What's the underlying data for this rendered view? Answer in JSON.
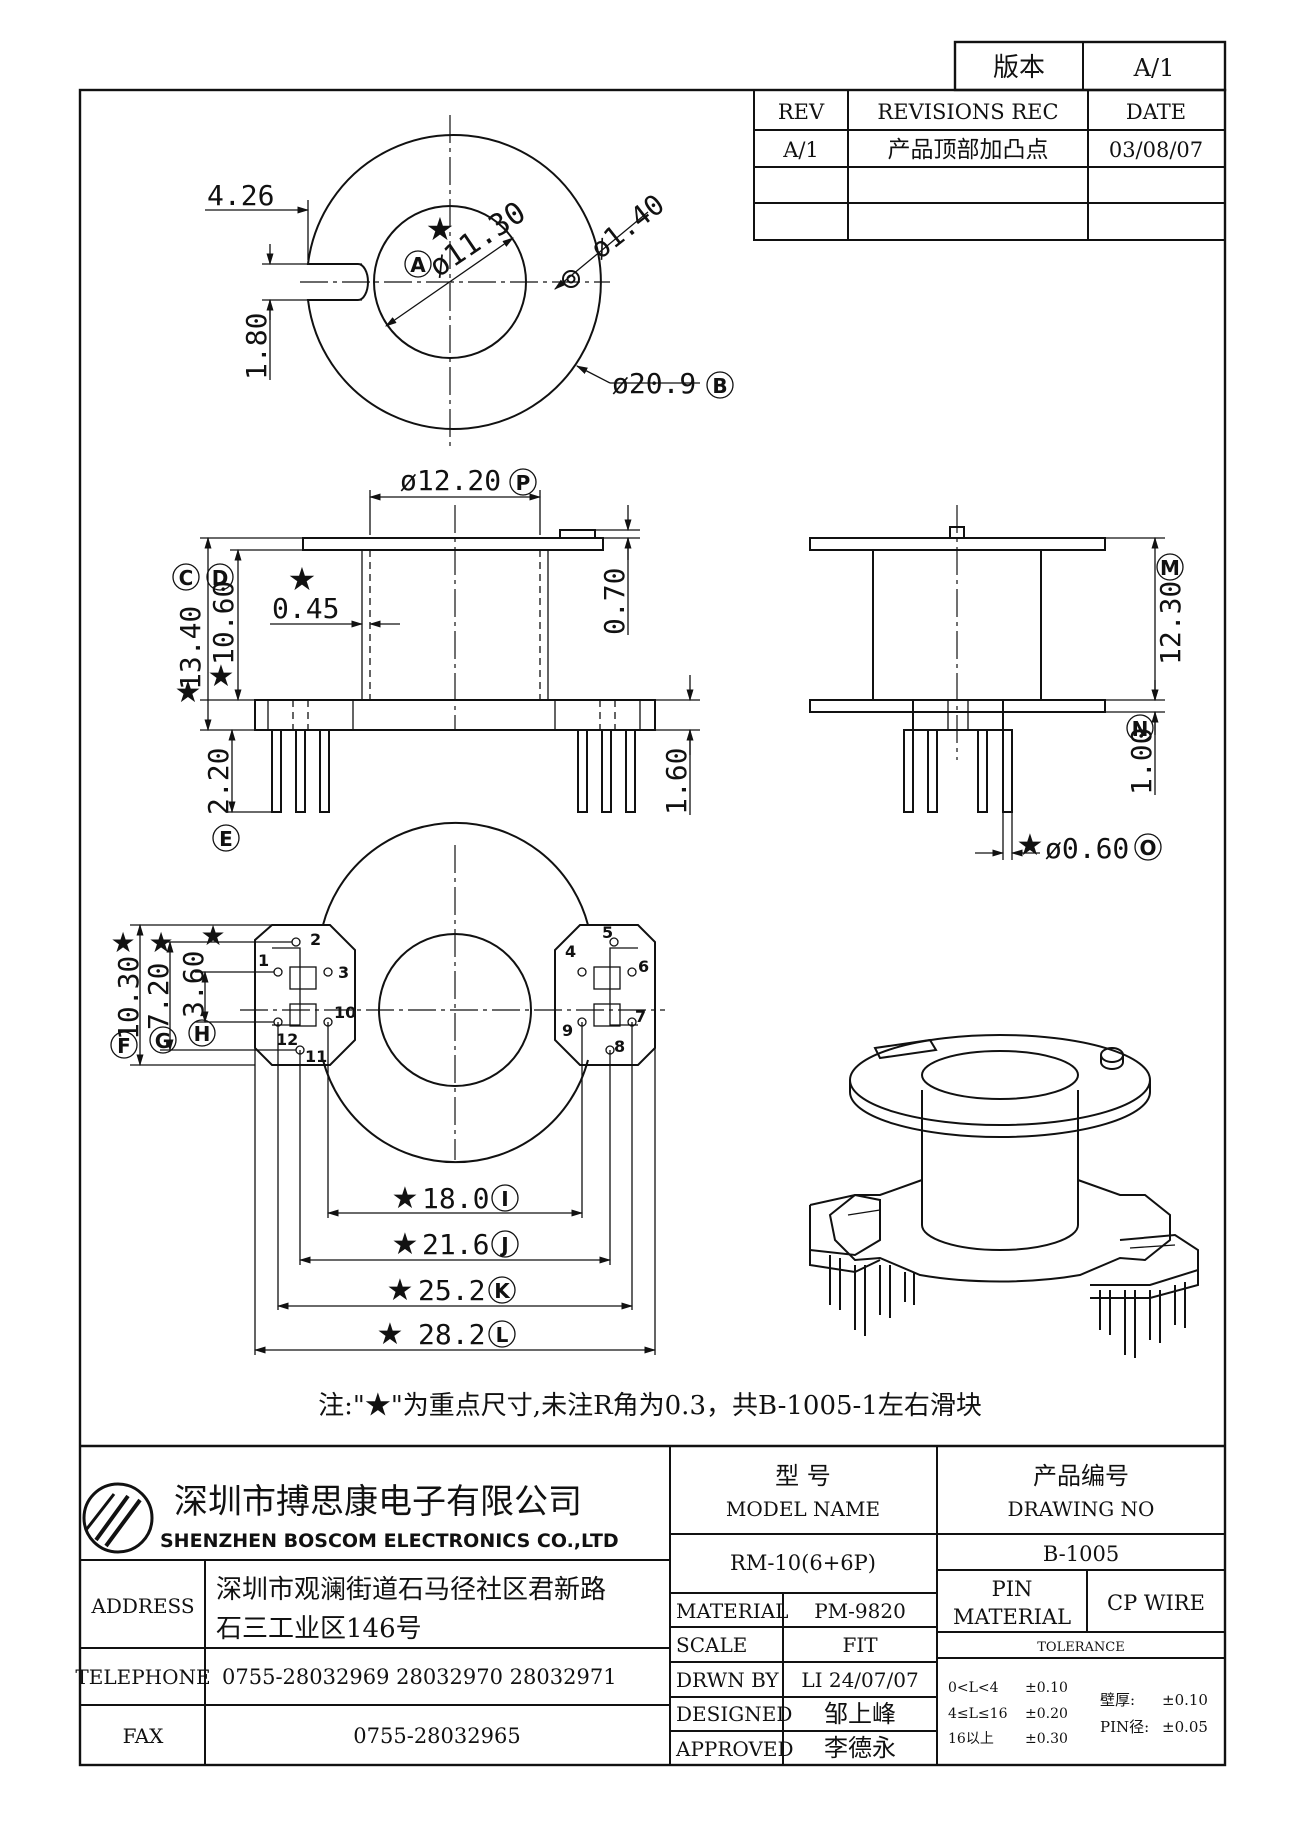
{
  "revision_block": {
    "version_label": "版本",
    "version_value": "A/1",
    "headers": [
      "REV",
      "REVISIONS REC",
      "DATE"
    ],
    "rows": [
      {
        "rev": "A/1",
        "rec": "产品顶部加凸点",
        "date": "03/08/07"
      }
    ]
  },
  "dimensions": {
    "top_view": {
      "slot_width": "4.26",
      "slot_offset": "1.80",
      "inner_diameter": "ø11.30",
      "bump_diameter": "ø1.40",
      "outer_diameter": "ø20.9"
    },
    "front_view": {
      "bore": "ø12.20",
      "overall_height": "13.40",
      "flange_gap": "10.60",
      "wall": "0.45",
      "bump_height": "0.70",
      "base_thickness": "1.60",
      "pin_length": "2.20"
    },
    "side_view": {
      "height": "12.30",
      "flange": "1.00",
      "pin_diameter": "ø0.60"
    },
    "bottom_view": {
      "dim_f": "10.30",
      "dim_g": "7.20",
      "dim_h": "3.60",
      "dim_i": "18.0",
      "dim_j": "21.6",
      "dim_k": "25.2",
      "dim_l": "28.2"
    },
    "letters": {
      "a": "A",
      "b": "B",
      "c": "C",
      "d": "D",
      "e": "E",
      "f": "F",
      "g": "G",
      "h": "H",
      "i": "I",
      "j": "J",
      "k": "K",
      "l": "L",
      "m": "M",
      "n": "N",
      "o": "O",
      "p": "P"
    },
    "pins": [
      "1",
      "2",
      "3",
      "4",
      "5",
      "6",
      "7",
      "8",
      "9",
      "10",
      "11",
      "12"
    ]
  },
  "note": "注:\"★\"为重点尺寸,未注R角为0.3，共B-1005-1左右滑块",
  "title_block": {
    "company_cn": "深圳市搏思康电子有限公司",
    "company_en": "SHENZHEN BOSCOM ELECTRONICS CO.,LTD",
    "address_label": "ADDRESS",
    "address_line1": "深圳市观澜街道石马径社区君新路",
    "address_line2": "石三工业区146号",
    "telephone_label": "TELEPHONE",
    "telephone_value": "0755-28032969 28032970 28032971",
    "fax_label": "FAX",
    "fax_value": "0755-28032965",
    "model_label_cn": "型    号",
    "model_label_en": "MODEL NAME",
    "model_value": "RM-10(6+6P)",
    "drawing_label_cn": "产品编号",
    "drawing_label_en": "DRAWING NO",
    "drawing_value": "B-1005",
    "material_label": "MATERIAL",
    "material_value": "PM-9820",
    "scale_label": "SCALE",
    "scale_value": "FIT",
    "drawn_label": "DRWN BY",
    "drawn_value": "LI 24/07/07",
    "designed_label": "DESIGNED",
    "designed_value": "邹上峰",
    "approved_label": "APPROVED",
    "approved_value": "李德永",
    "pin_material_label1": "PIN",
    "pin_material_label2": "MATERIAL",
    "pin_material_value": "CP WIRE",
    "tolerance_label": "TOLERANCE",
    "tol_rows": [
      {
        "range": "0<L<4",
        "value": "±0.10"
      },
      {
        "range": "4≤L≤16",
        "value": "±0.20"
      },
      {
        "range": "16以上",
        "value": "±0.30"
      }
    ],
    "wall_label": "壁厚:",
    "wall_value": "±0.10",
    "pin_dia_label": "PIN径:",
    "pin_dia_value": "±0.05"
  }
}
